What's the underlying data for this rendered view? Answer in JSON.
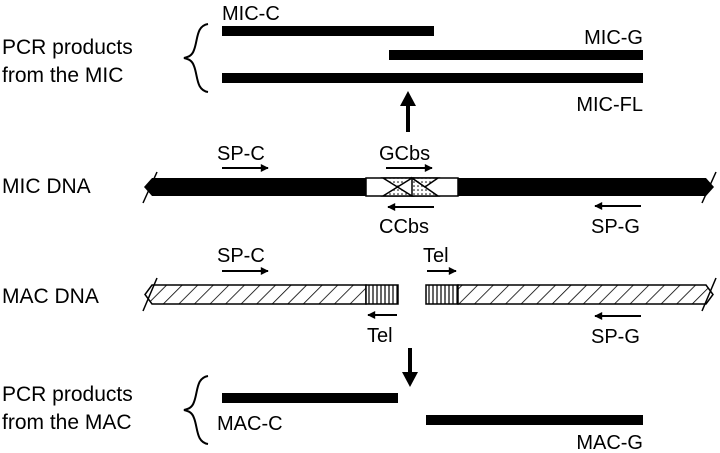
{
  "colors": {
    "ink": "#000000",
    "background": "#ffffff"
  },
  "mic_products": {
    "group_label_line1": "PCR products",
    "group_label_line2": "from the MIC",
    "mic_c": "MIC-C",
    "mic_g": "MIC-G",
    "mic_fl": "MIC-FL"
  },
  "mic_dna": {
    "label": "MIC DNA",
    "primer_sp_c": "SP-C",
    "primer_gcbs": "GCbs",
    "primer_ccbs": "CCbs",
    "primer_sp_g": "SP-G"
  },
  "mac_dna": {
    "label": "MAC DNA",
    "primer_sp_c": "SP-C",
    "primer_tel_top": "Tel",
    "primer_tel_bottom": "Tel",
    "primer_sp_g": "SP-G"
  },
  "mac_products": {
    "group_label_line1": "PCR products",
    "group_label_line2": "from the MAC",
    "mac_c": "MAC-C",
    "mac_g": "MAC-G"
  }
}
